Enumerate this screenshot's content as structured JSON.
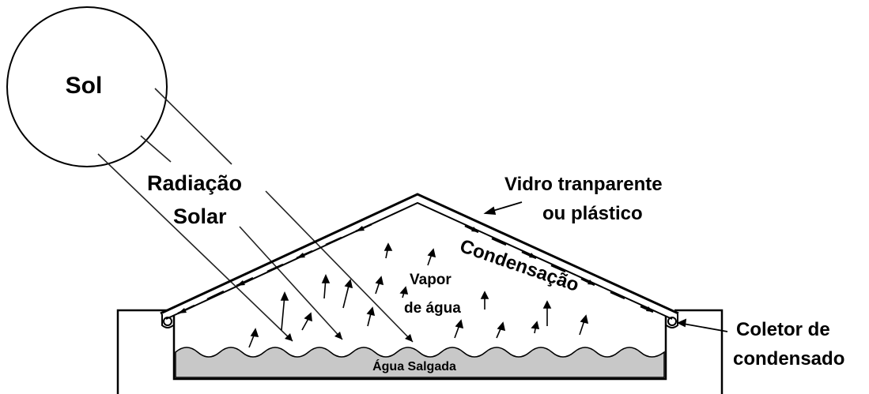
{
  "labels": {
    "sun": "Sol",
    "radiation_line1": "Radiação",
    "radiation_line2": "Solar",
    "glass_line1": "Vidro tranparente",
    "glass_line2": "ou plástico",
    "condensation": "Condensação",
    "vapor_line1": "Vapor",
    "vapor_line2": "de água",
    "collector_line1": "Coletor de",
    "collector_line2": "condensado",
    "salt_water": "Água Salgada"
  },
  "colors": {
    "ink": "#000000",
    "water": "#c8c8c8",
    "glass_fill": "#ffffff"
  }
}
